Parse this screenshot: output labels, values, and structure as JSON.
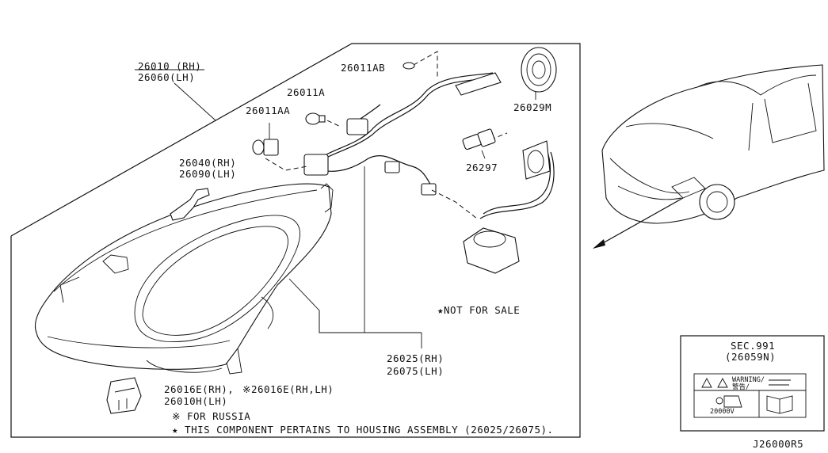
{
  "diagram": {
    "callouts": {
      "housing_rh": "26010 (RH)",
      "housing_lh": "26060(LH)",
      "bulb_26011ab": "26011AB",
      "bulb_26011a": "26011A",
      "bulb_26011aa": "26011AA",
      "cap_26029m": "26029M",
      "bracket_rh": "26040(RH)",
      "bracket_lh": "26090(LH)",
      "bulb_26297": "26297",
      "harness_rh": "26025(RH)",
      "harness_lh": "26075(LH)",
      "socket_line1": "26016E(RH),",
      "socket_line1b": "※26016E(RH,LH)",
      "socket_line2": "26010H(LH)"
    },
    "notes": {
      "not_for_sale": "★NOT FOR SALE",
      "for_russia": "※ FOR RUSSIA",
      "component_note": "★ THIS COMPONENT PERTAINS TO HOUSING ASSEMBLY (26025/26075)."
    },
    "label_box": {
      "sec": "SEC.991",
      "part": "(26059N)",
      "warning": "WARNING/",
      "warning_jp": "警告/",
      "voltage": "20000V"
    },
    "drawing_id": "J26000R5"
  }
}
